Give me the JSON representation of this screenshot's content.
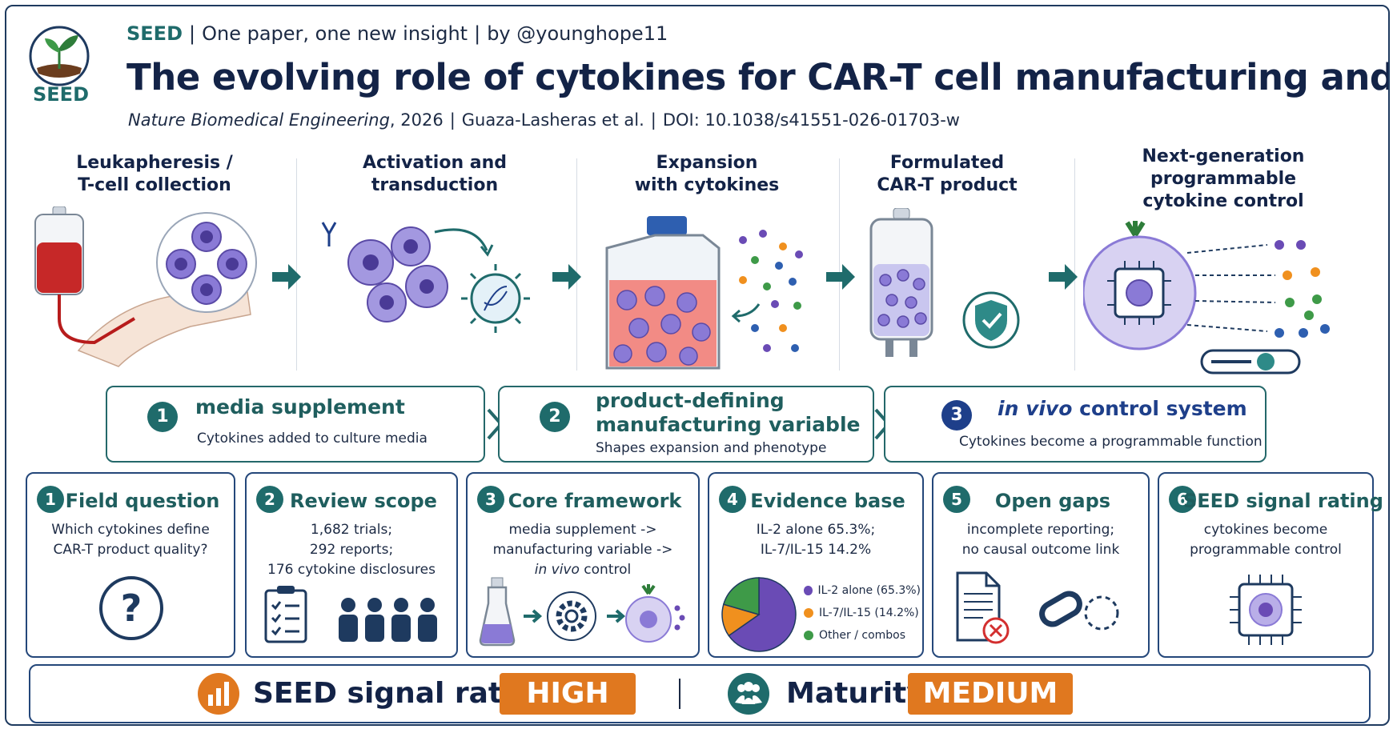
{
  "header": {
    "logo_text": "SEED",
    "brand": "SEED",
    "tagline": "One paper, one new insight",
    "byline": "by @younghope11",
    "title": "The evolving role of cytokines for CAR-T cell manufacturing and beyond",
    "journal": "Nature Biomedical Engineering",
    "year": ", 2026",
    "authors": "Guaza-Lasheras et al.",
    "doi": "DOI: 10.1038/s41551-026-01703-w"
  },
  "process_steps": [
    {
      "line1": "Leukapheresis /",
      "line2": "T-cell collection",
      "line3": ""
    },
    {
      "line1": "Activation and",
      "line2": "transduction",
      "line3": ""
    },
    {
      "line1": "Expansion",
      "line2": "with cytokines",
      "line3": ""
    },
    {
      "line1": "Formulated",
      "line2": "CAR-T product",
      "line3": ""
    },
    {
      "line1": "Next-generation",
      "line2": "programmable",
      "line3": "cytokine control"
    }
  ],
  "stages": [
    {
      "num": "1",
      "title": "media supplement",
      "sub": "Cytokines added to culture media"
    },
    {
      "num": "2",
      "title_line1": "product-defining",
      "title_line2": "manufacturing variable",
      "sub": "Shapes expansion and phenotype"
    },
    {
      "num": "3",
      "title_italic": "in vivo",
      "title_rest": " control system",
      "sub": "Cytokines become a programmable function"
    }
  ],
  "cards": [
    {
      "num": "1",
      "title": "Field question",
      "lines": [
        "Which cytokines define",
        "CAR-T product quality?"
      ]
    },
    {
      "num": "2",
      "title": "Review scope",
      "lines": [
        "1,682 trials;",
        "292 reports;",
        "176 cytokine disclosures"
      ]
    },
    {
      "num": "3",
      "title": "Core framework",
      "lines": [
        "media supplement ->",
        "manufacturing variable ->"
      ],
      "line3_italic": "in vivo",
      "line3_rest": " control"
    },
    {
      "num": "4",
      "title": "Evidence base",
      "lines": [
        "IL-2 alone 65.3%;",
        "IL-7/IL-15 14.2%"
      ]
    },
    {
      "num": "5",
      "title": "Open gaps",
      "lines": [
        "incomplete reporting;",
        "no causal outcome link"
      ]
    },
    {
      "num": "6",
      "title": "SEED signal rating",
      "lines": [
        "cytokines become",
        "programmable control"
      ]
    }
  ],
  "chart_data": {
    "type": "pie",
    "title": "",
    "slices": [
      {
        "label": "IL-2 alone (65.3%)",
        "value": 65.3,
        "color": "#6a4bb5"
      },
      {
        "label": "IL-7/IL-15 (14.2%)",
        "value": 14.2,
        "color": "#f0901e"
      },
      {
        "label": "Other / combos",
        "value": 20.5,
        "color": "#3e9a48"
      }
    ],
    "legend_position": "right"
  },
  "footer": {
    "signal_label": "SEED signal rating:",
    "signal_value": "HIGH",
    "maturity_label": "Maturity:",
    "maturity_value": "MEDIUM"
  },
  "colors": {
    "teal": "#1f6b6b",
    "navy": "#132347",
    "orange": "#e0781f",
    "purple": "#7b6bc9"
  }
}
